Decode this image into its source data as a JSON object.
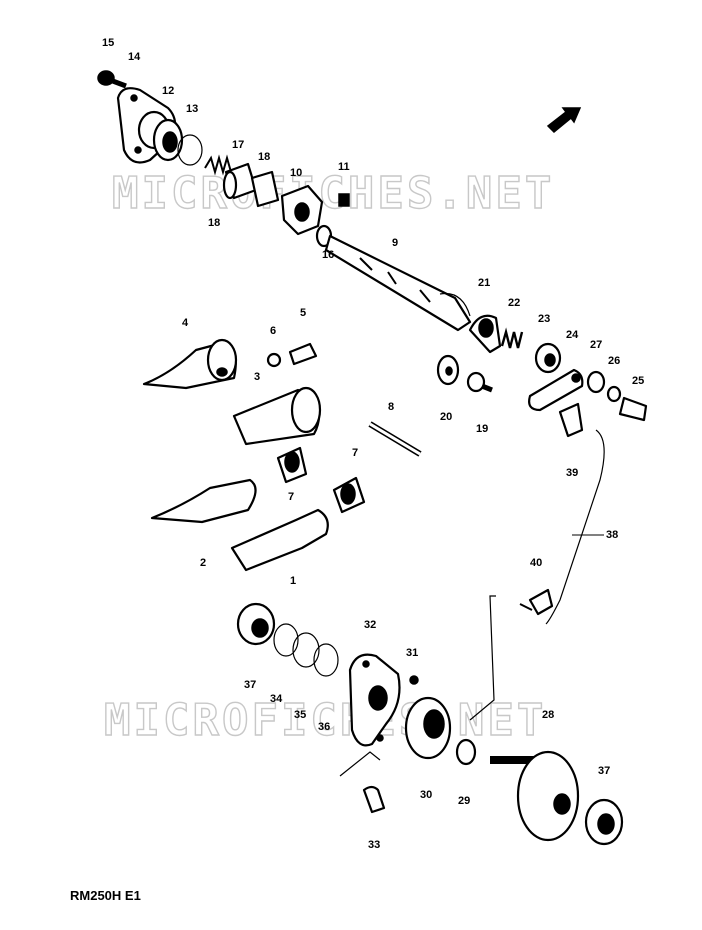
{
  "diagram": {
    "model_code": "RM250H E1",
    "watermarks": [
      "MICROFICHES.NET",
      "MICROFICHES.NET"
    ],
    "callouts": [
      {
        "id": "c1",
        "text": "1"
      },
      {
        "id": "c2",
        "text": "2"
      },
      {
        "id": "c3",
        "text": "3"
      },
      {
        "id": "c4",
        "text": "4"
      },
      {
        "id": "c5",
        "text": "5"
      },
      {
        "id": "c6",
        "text": "6"
      },
      {
        "id": "c7a",
        "text": "7"
      },
      {
        "id": "c7b",
        "text": "7"
      },
      {
        "id": "c8",
        "text": "8"
      },
      {
        "id": "c9",
        "text": "9"
      },
      {
        "id": "c10",
        "text": "10"
      },
      {
        "id": "c11",
        "text": "11"
      },
      {
        "id": "c12",
        "text": "12"
      },
      {
        "id": "c13",
        "text": "13"
      },
      {
        "id": "c14",
        "text": "14"
      },
      {
        "id": "c15",
        "text": "15"
      },
      {
        "id": "c16",
        "text": "16"
      },
      {
        "id": "c17",
        "text": "17"
      },
      {
        "id": "c18a",
        "text": "18"
      },
      {
        "id": "c18b",
        "text": "18"
      },
      {
        "id": "c19",
        "text": "19"
      },
      {
        "id": "c20",
        "text": "20"
      },
      {
        "id": "c21",
        "text": "21"
      },
      {
        "id": "c22",
        "text": "22"
      },
      {
        "id": "c23",
        "text": "23"
      },
      {
        "id": "c24",
        "text": "24"
      },
      {
        "id": "c25",
        "text": "25"
      },
      {
        "id": "c26",
        "text": "26"
      },
      {
        "id": "c27",
        "text": "27"
      },
      {
        "id": "c28",
        "text": "28"
      },
      {
        "id": "c29",
        "text": "29"
      },
      {
        "id": "c30",
        "text": "30"
      },
      {
        "id": "c31",
        "text": "31"
      },
      {
        "id": "c32",
        "text": "32"
      },
      {
        "id": "c33",
        "text": "33"
      },
      {
        "id": "c34",
        "text": "34"
      },
      {
        "id": "c35",
        "text": "35"
      },
      {
        "id": "c36",
        "text": "36"
      },
      {
        "id": "c37a",
        "text": "37"
      },
      {
        "id": "c37b",
        "text": "37"
      },
      {
        "id": "c38",
        "text": "38"
      },
      {
        "id": "c39",
        "text": "39"
      },
      {
        "id": "c40",
        "text": "40"
      }
    ]
  }
}
